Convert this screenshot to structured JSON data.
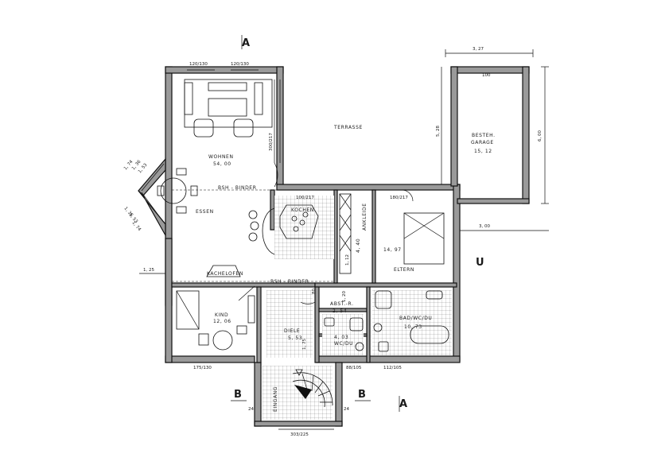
{
  "rooms": {
    "terrasse": "TERRASSE",
    "wohnen": "WOHNEN",
    "wohnen_area": "54, 00",
    "essen": "ESSEN",
    "kochen": "KOCHEN",
    "ankleide": "ANKLEIDE",
    "ankleide_area": "4, 40",
    "eltern": "ELTERN",
    "eltern_area": "14, 97",
    "garage": "BESTEH.\nGARAGE",
    "garage_line1": "BESTEH.",
    "garage_line2": "GARAGE",
    "garage_area": "15, 12",
    "kachelofen": "KACHELOFEN",
    "kind": "KIND",
    "kind_area": "12, 06",
    "diele": "DIELE",
    "diele_area": "5, 53",
    "abst": "ABST.-R.",
    "abst_area": "2, 54",
    "wc_area": "4, 03",
    "wc": "WC/DU",
    "bad": "BAD/WC/DU",
    "bad_area": "10, 73",
    "eingang": "EINGANG"
  },
  "beams": {
    "upper": "BSH - BINDER",
    "lower": "BSH - BINDER"
  },
  "dimensions": {
    "top_window_1": "120/130",
    "top_window_2": "120/130",
    "side_door": "300/217",
    "kitchen_door": "100/217",
    "eltern_door": "180/217",
    "garage_width": "3, 27",
    "garage_inner": "100",
    "garage_depth": "6, 00",
    "terrasse_depth": "5, 28",
    "garage_bottom": "3, 00",
    "left_125": "1, 25",
    "diag_1": "1, 74",
    "diag_2": "1, 36",
    "diag_3": "1, 53",
    "diag_4": "1, 36",
    "diag_5": "1, 53",
    "diag_6": "1, 74",
    "kind_window": "175/130",
    "bath_window_1": "88/105",
    "bath_window_2": "112/105",
    "entrance_door": "303/225",
    "entrance_left": "24",
    "entrance_right": "24",
    "vert_112": "1, 12",
    "vert_120": "1, 20",
    "vert_80": "80",
    "diele_175": "1, 75"
  },
  "markers": {
    "section_a": "A",
    "section_b_left": "B",
    "section_b_right": "B",
    "u_mark": "U"
  }
}
